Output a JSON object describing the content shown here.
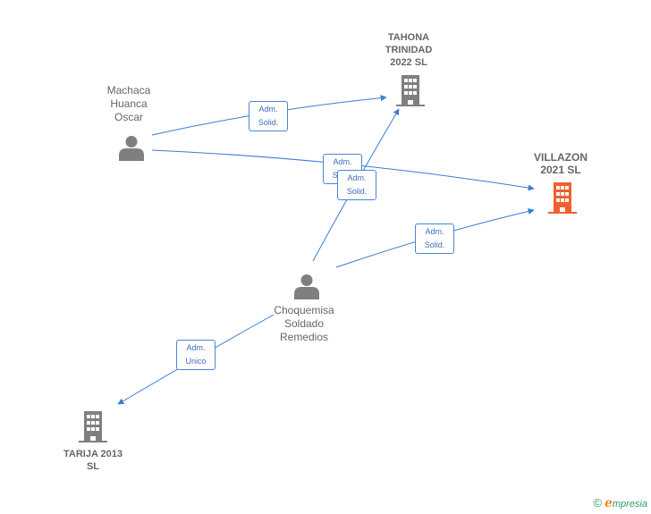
{
  "nodes": {
    "machaca": {
      "lines": [
        "Machaca",
        "Huanca",
        "Oscar"
      ]
    },
    "choquemisa": {
      "lines": [
        "Choquemisa",
        "Soldado",
        "Remedios"
      ]
    },
    "tahona": {
      "lines": [
        "TAHONA",
        "TRINIDAD",
        "2022  SL"
      ]
    },
    "villazon": {
      "lines": [
        "VILLAZON",
        "2021  SL"
      ]
    },
    "tarija": {
      "lines": [
        "TARIJA 2013",
        "SL"
      ]
    }
  },
  "edges": {
    "e1": {
      "lines": [
        "Adm.",
        "Solid."
      ]
    },
    "e2": {
      "lines": [
        "Adm.",
        "Solid."
      ]
    },
    "e3": {
      "lines": [
        "Adm.",
        "Solid."
      ]
    },
    "e4": {
      "lines": [
        "Adm.",
        "Solid."
      ]
    },
    "e5": {
      "lines": [
        "Adm.",
        "Unico"
      ]
    }
  },
  "colors": {
    "edge": "#3a7bd5",
    "person_icon": "#7f7f7f",
    "company_icon": "#7f7f7f",
    "focus_company_icon": "#f0602e",
    "focus_company_label": "#666666"
  },
  "brand": {
    "copyright": "©",
    "initial": "e",
    "rest": "mpresia"
  }
}
